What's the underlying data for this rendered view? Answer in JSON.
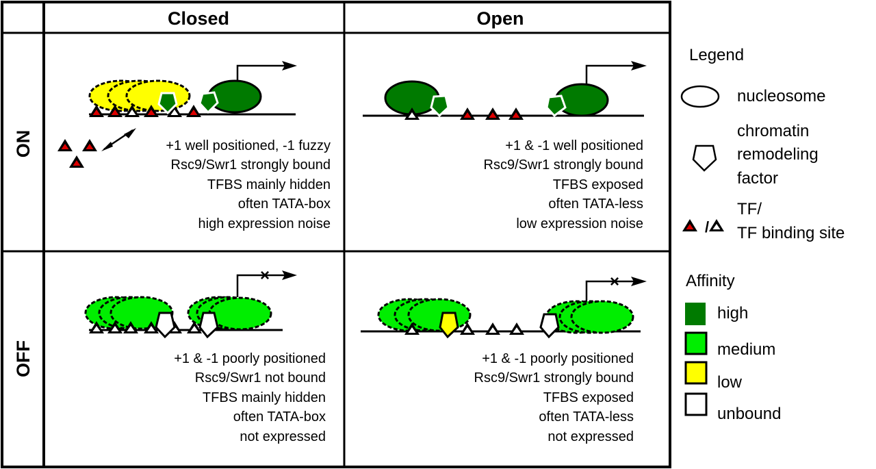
{
  "columns": [
    "Closed",
    "Open"
  ],
  "rows": [
    "ON",
    "OFF"
  ],
  "cells": {
    "on_closed": [
      "+1 well positioned, -1 fuzzy",
      "Rsc9/Swr1 strongly bound",
      "TFBS mainly hidden",
      "often TATA-box",
      "high expression noise"
    ],
    "on_open": [
      "+1 & -1 well positioned",
      "Rsc9/Swr1 strongly bound",
      "TFBS exposed",
      "often TATA-less",
      "low expression noise"
    ],
    "off_closed": [
      "+1 & -1 poorly positioned",
      "Rsc9/Swr1 not bound",
      "TFBS mainly hidden",
      "often TATA-box",
      "not expressed"
    ],
    "off_open": [
      "+1 & -1 poorly positioned",
      "Rsc9/Swr1 strongly bound",
      "TFBS exposed",
      "often TATA-less",
      "not expressed"
    ]
  },
  "legend": {
    "title": "Legend",
    "nucleosome": "nucleosome",
    "remodeler": [
      "chromatin",
      "remodeling",
      "factor"
    ],
    "tf": [
      "TF/",
      "TF binding site"
    ],
    "tf_symbol_sep": "/"
  },
  "affinity": {
    "title": "Affinity",
    "items": [
      {
        "label": "high",
        "color": "#007a00"
      },
      {
        "label": "medium",
        "color": "#00ee00"
      },
      {
        "label": "low",
        "color": "#ffff00"
      },
      {
        "label": "unbound",
        "color": "#ffffff"
      }
    ]
  },
  "colors": {
    "tf_bound": "#dd0000",
    "border": "#000000"
  },
  "symbols": {
    "blocked_transcription": "×"
  }
}
